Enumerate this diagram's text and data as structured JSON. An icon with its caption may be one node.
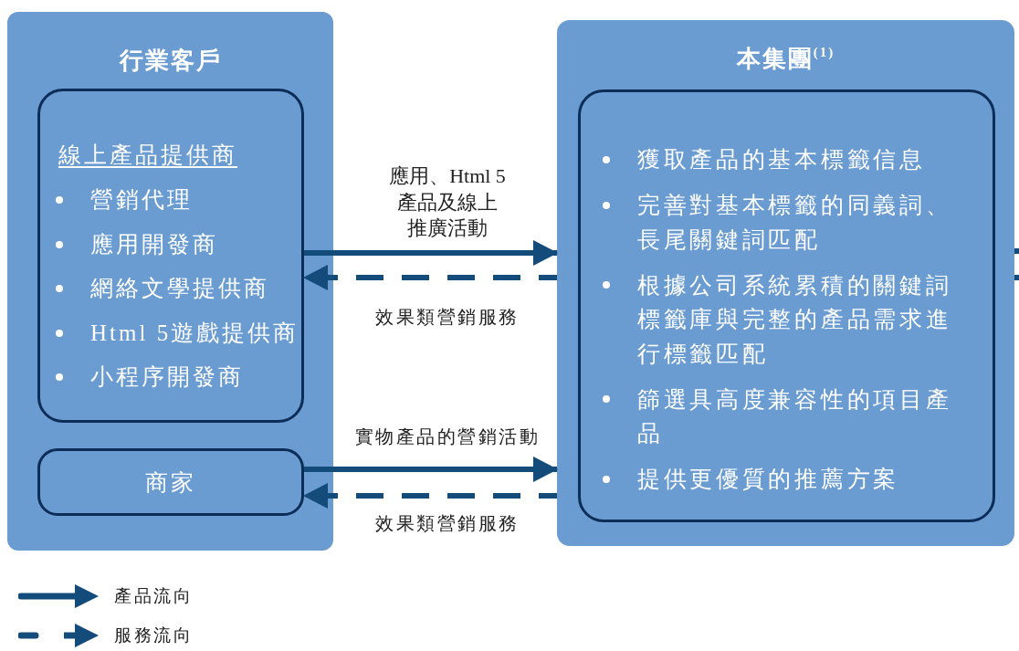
{
  "diagram": {
    "nodes": [
      {
        "text": [
          "行業客戶"
        ]
      },
      {
        "text": [
          "線上產品提供商",
          "營銷代理",
          "應用開發商",
          "網絡文學提供商",
          "Html 5遊戲提供商",
          "小程序開發商"
        ],
        "in": 0
      },
      {
        "text": [
          "商家"
        ],
        "in": 0
      },
      {
        "text": [
          "本集團$^{(1)}$"
        ]
      },
      {
        "text": [
          "獲取產品的基本標籤信息",
          "完善對基本標籤的同義詞、長尾關鍵詞匹配",
          "根據公司系統累積的關鍵詞標籤庫與完整的產品需求進行標籤匹配",
          "篩選具高度兼容性的項目產品",
          "提供更優質的推薦方案"
        ],
        "in": 3
      }
    ],
    "edges": [
      {
        "from": 1,
        "to": 3,
        "arrow": "to",
        "label": "應用、Html 5產品及線上推廣活動"
      },
      {
        "from": 3,
        "to": 1,
        "arrow": "to",
        "style": "dashed",
        "label": "效果類營銷服務"
      },
      {
        "from": 2,
        "to": 3,
        "arrow": "to",
        "label": "實物產品的營銷活動"
      },
      {
        "from": 3,
        "to": 2,
        "arrow": "to",
        "style": "dashed",
        "label": "效果類營銷服務"
      },
      {
        "from": 3,
        "to": null,
        "arrow": "none"
      },
      {
        "from": 3,
        "to": null,
        "arrow": "none",
        "style": "dashed"
      }
    ],
    "legend": [
      {
        "text": "產品流向"
      },
      {
        "text": "服務流向"
      }
    ]
  }
}
